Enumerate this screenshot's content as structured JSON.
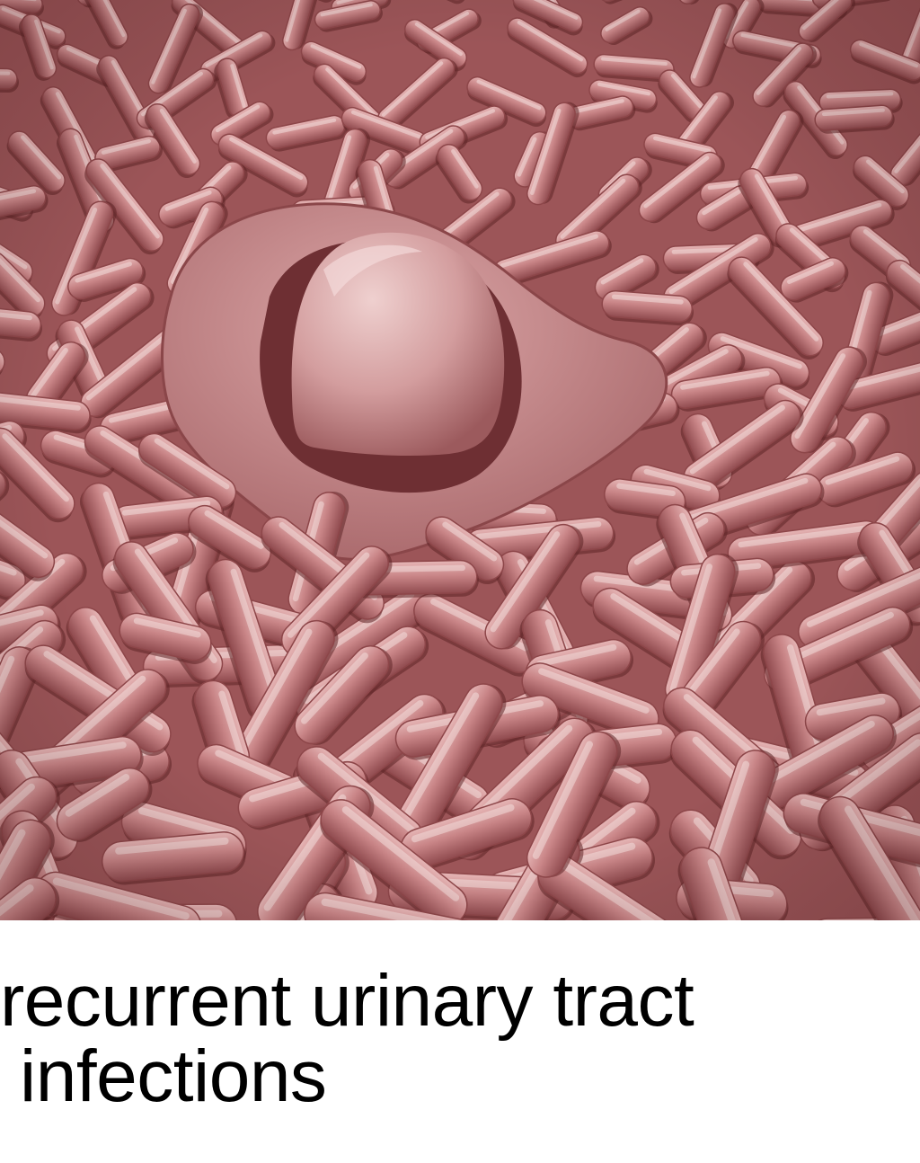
{
  "image": {
    "subject": "scanning-electron-micrograph-bacteria",
    "palette": {
      "background": "#b96e70",
      "shadow": "#7e3c40",
      "body": "#c27a7c",
      "highlight": "#e4b3b3",
      "cell_body": "#d8a0a0"
    }
  },
  "caption": {
    "line1": "recurrent urinary tract",
    "line2": "infections"
  }
}
